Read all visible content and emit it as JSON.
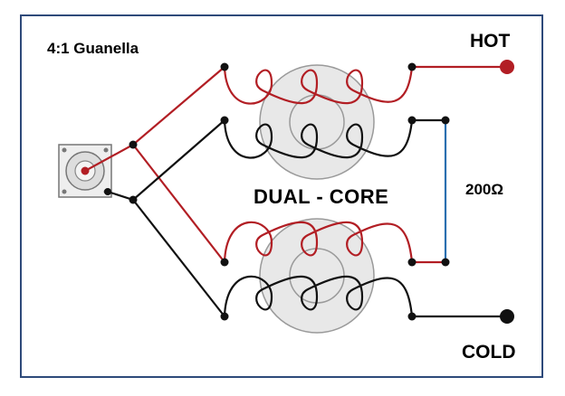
{
  "diagram": {
    "title": "4:1  Guanella",
    "core_label": "DUAL - CORE",
    "hot_label": "HOT",
    "cold_label": "COLD",
    "load_label": "200Ω",
    "colors": {
      "frame": "#2e4a7a",
      "hot_wire": "#b21e24",
      "cold_wire": "#111111",
      "load_link": "#2a6fb0",
      "core_fill": "#e8e8e8",
      "core_stroke": "#9a9a9a"
    }
  }
}
